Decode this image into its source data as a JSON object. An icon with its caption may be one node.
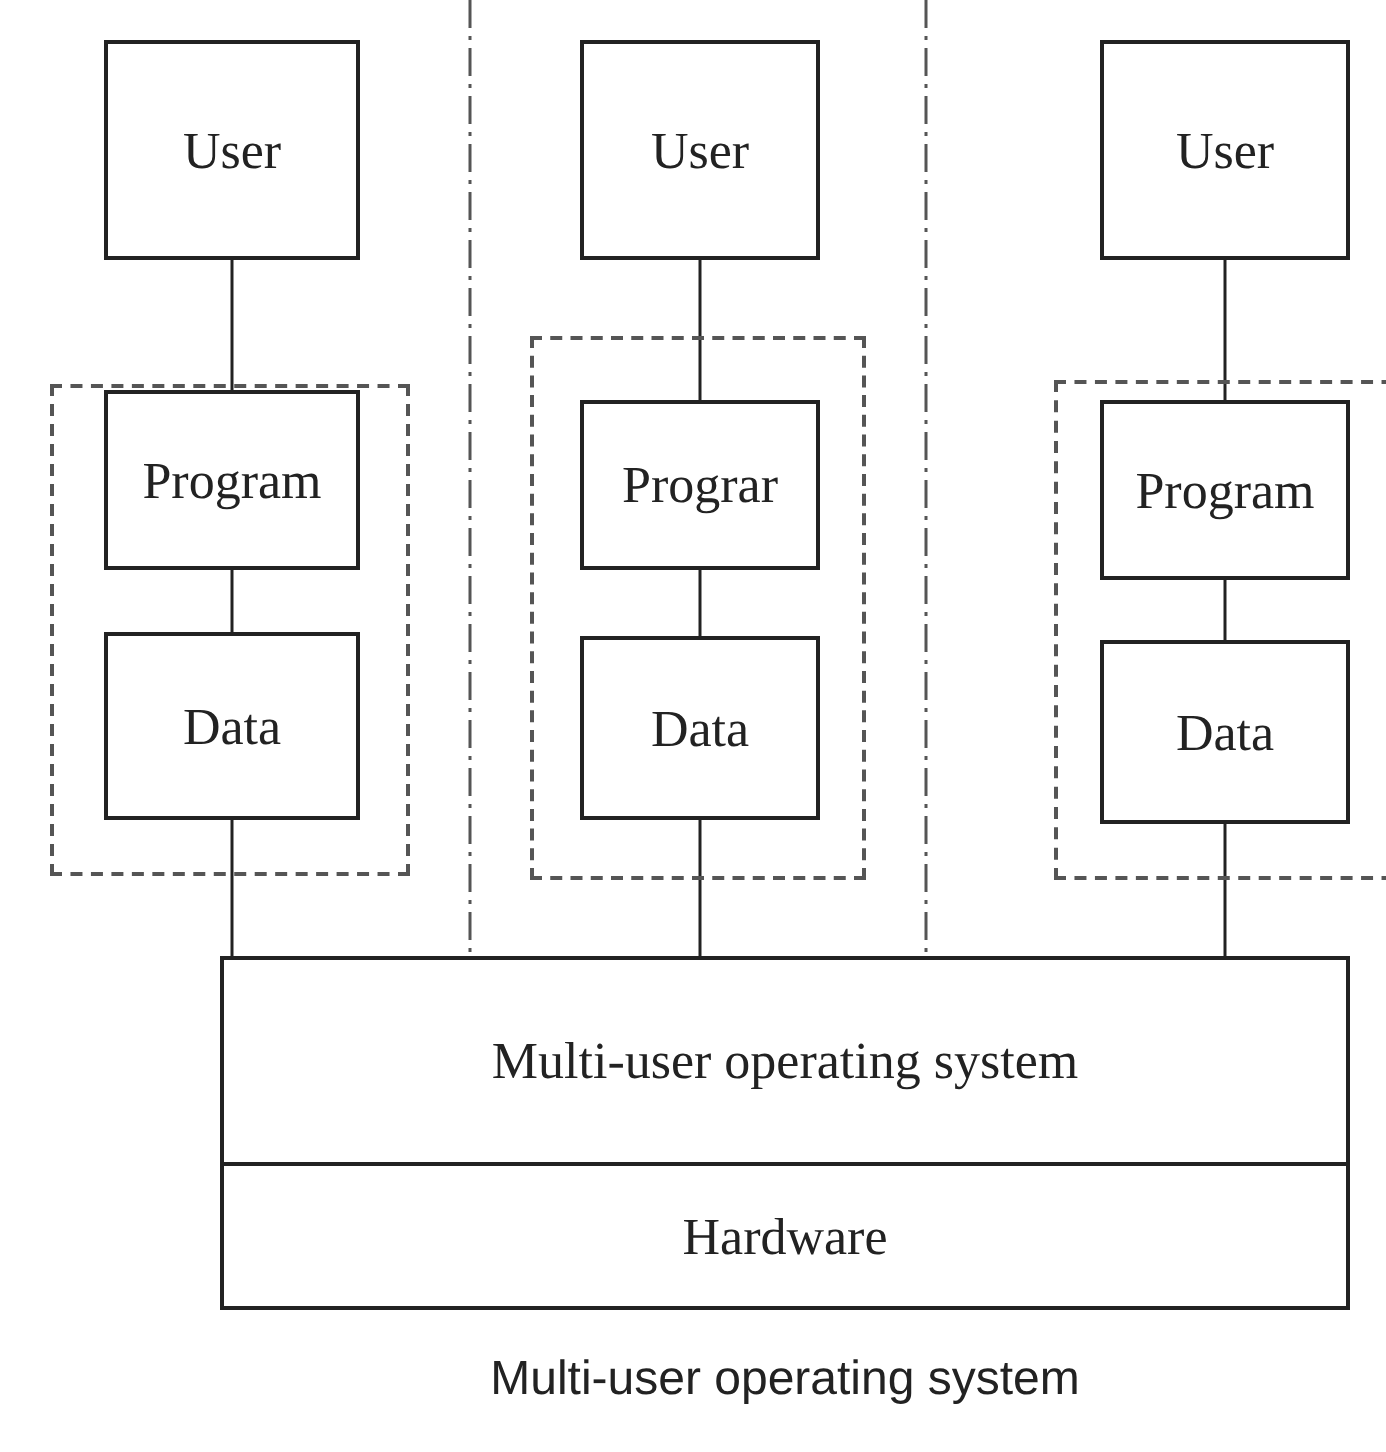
{
  "diagram": {
    "caption": "Multi-user operating system",
    "nodes": [
      {
        "text": [
          "User"
        ]
      },
      {
        "text": [],
        "shape": "box"
      },
      {
        "text": [
          "Program"
        ],
        "in": 1
      },
      {
        "text": [
          "Data"
        ],
        "in": 1
      },
      {
        "text": [
          "User"
        ]
      },
      {
        "text": [],
        "shape": "box"
      },
      {
        "text": [
          "Prograr"
        ],
        "in": 5
      },
      {
        "text": [
          "Data"
        ],
        "in": 5
      },
      {
        "text": [
          "User"
        ]
      },
      {
        "text": [],
        "shape": "box"
      },
      {
        "text": [
          "Program"
        ],
        "in": 9
      },
      {
        "text": [
          "Data"
        ],
        "in": 9
      },
      {
        "text": [
          "Multi-user operating system"
        ]
      },
      {
        "text": [
          "Hardware"
        ]
      }
    ],
    "edges": [
      {
        "from": 0,
        "to": 2,
        "arrow": "none"
      },
      {
        "from": 2,
        "to": 3,
        "arrow": "none"
      },
      {
        "from": 3,
        "to": 12,
        "arrow": "none"
      },
      {
        "from": 4,
        "to": 6,
        "arrow": "none"
      },
      {
        "from": 6,
        "to": 7,
        "arrow": "none"
      },
      {
        "from": 7,
        "to": 12,
        "arrow": "none"
      },
      {
        "from": 8,
        "to": 10,
        "arrow": "none"
      },
      {
        "from": 10,
        "to": 11,
        "arrow": "none"
      },
      {
        "from": 11,
        "to": 12,
        "arrow": "none"
      }
    ]
  }
}
